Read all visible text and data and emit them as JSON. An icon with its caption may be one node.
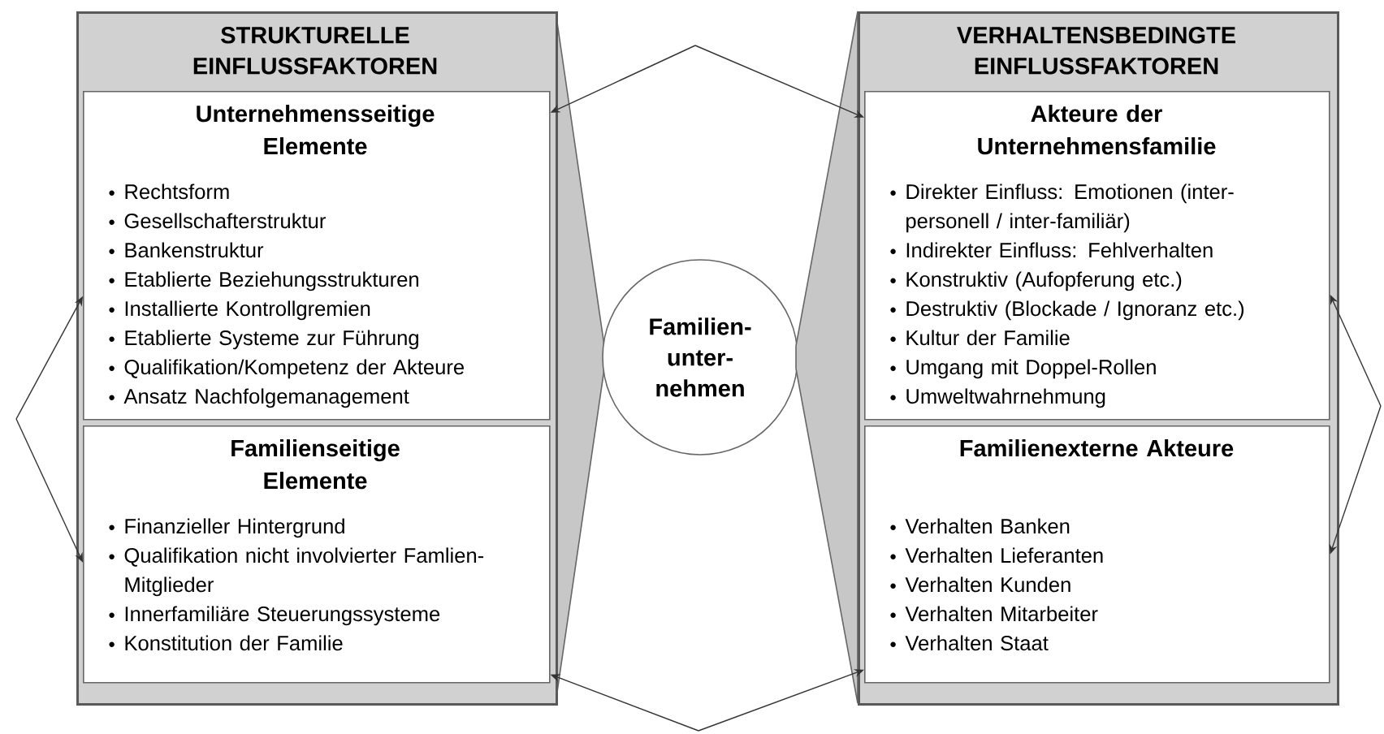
{
  "diagram": {
    "nodes": [
      {
        "text": [
          "STRUKTURELLE EINFLUSSFAKTOREN"
        ]
      },
      {
        "text": [
          "Unternehmensseitige Elemente",
          "Rechtsform",
          "Gesellschafterstruktur",
          "Bankenstruktur",
          "Etablierte Beziehungsstrukturen",
          "Installierte Kontrollgremien",
          "Etablierte Systeme zur Führung",
          "Qualifikation/Kompetenz der Akteure",
          "Ansatz Nachfolgemanagement"
        ],
        "in": 0
      },
      {
        "text": [
          "Familienseitige Elemente",
          "Finanzieller Hintergrund",
          "Qualifikation nicht involvierter Famlien-Mitglieder",
          "Innerfamiliäre Steuerungssysteme",
          "Konstitution der Familie"
        ],
        "in": 0
      },
      {
        "text": [
          "Familien- unter- nehmen"
        ]
      },
      {
        "text": [
          "VERHALTENSBEDINGTE EINFLUSSFAKTOREN"
        ]
      },
      {
        "text": [
          "Akteure der Unternehmensfamilie",
          "Direkter Einfluss: Emotionen (inter- personell / inter-familiär)",
          "Indirekter Einfluss: Fehlverhalten",
          "Konstruktiv (Aufopferung etc.)",
          "Destruktiv (Blockade / Ignoranz etc.)",
          "Kultur der Familie",
          "Umgang mit Doppel-Rollen",
          "Umweltwahrnehmung"
        ],
        "in": 4
      },
      {
        "text": [
          "Familienexterne Akteure",
          "Verhalten Banken",
          "Verhalten Lieferanten",
          "Verhalten Kunden",
          "Verhalten Mitarbeiter",
          "Verhalten Staat"
        ],
        "in": 4
      }
    ],
    "edges": [
      {
        "from": null,
        "to": 1,
        "arrow": "to"
      },
      {
        "from": null,
        "to": 5,
        "arrow": "to"
      },
      {
        "from": null,
        "to": 1,
        "arrow": "to"
      },
      {
        "from": null,
        "to": 2,
        "arrow": "to"
      },
      {
        "from": null,
        "to": 2,
        "arrow": "to"
      },
      {
        "from": null,
        "to": 6,
        "arrow": "to"
      },
      {
        "from": null,
        "to": 5,
        "arrow": "to"
      },
      {
        "from": null,
        "to": 6,
        "arrow": "to"
      }
    ]
  }
}
